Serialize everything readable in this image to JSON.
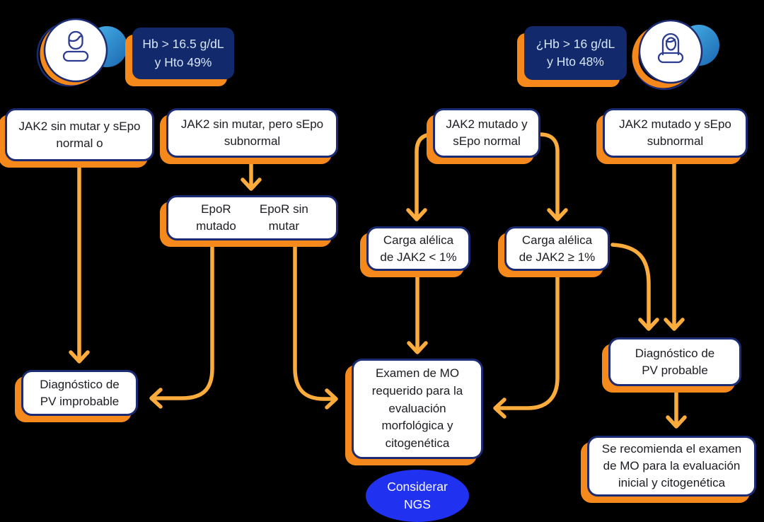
{
  "patients": {
    "male": {
      "criteria_line1": "Hb > 16.5 g/dL",
      "criteria_line2": "y Hto 49%"
    },
    "female": {
      "criteria_line1": "¿Hb > 16 g/dL",
      "criteria_line2": "y Hto 48%"
    }
  },
  "nodes": {
    "jak2_wt_sepo_normal": "JAK2 sin mutar y sEpo\nnormal o",
    "jak2_wt_sepo_subnormal": "JAK2 sin mutar, pero sEpo\nsubnormal",
    "epor_mutado": "EpoR\nmutado",
    "epor_sin_mutar": "EpoR sin\nmutar",
    "jak2_mut_sepo_normal": "JAK2 mutado y\nsEpo normal",
    "jak2_mut_sepo_subnormal": "JAK2 mutado y sEpo\nsubnormal",
    "carga_alelica_lt1": "Carga alélica\nde JAK2 < 1%",
    "carga_alelica_ge1": "Carga alélica\nde JAK2 ≥ 1%",
    "diagnostico_improbable": "Diagnóstico de\nPV improbable",
    "examen_mo_requerido": "Examen de MO\nrequerido para la\nevaluación\nmorfológica y\ncitogenética",
    "diagnostico_probable": "Diagnóstico de\nPV probable",
    "recomienda_examen": "Se recomienda el examen\nde MO para la evaluación\ninicial y citogenética",
    "considerar_ngs": "Considerar\nNGS"
  },
  "colors": {
    "background": "#000000",
    "box_border_navy": "#1C2C74",
    "shadow_orange": "#F6891C",
    "arrow_amber": "#FBAC3C",
    "badge_navy": "#12296B",
    "badge_text": "#D6E5F8",
    "ngs_blue": "#2031EF",
    "avatar_blue_light": "#4AB5EB",
    "avatar_blue_dark": "#1A67B0"
  }
}
